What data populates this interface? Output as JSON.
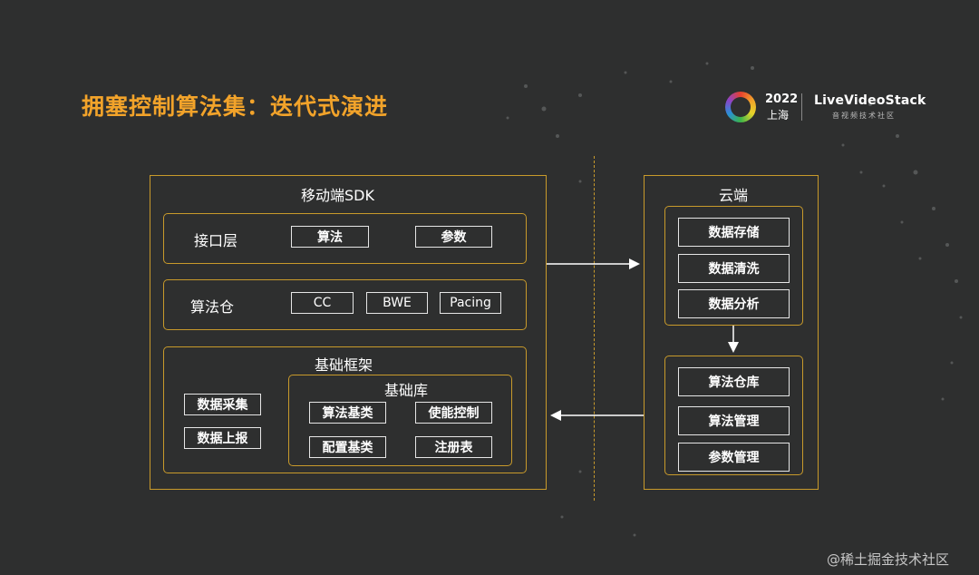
{
  "title": "拥塞控制算法集：迭代式演进",
  "logo": {
    "year": "2022",
    "city": "上海",
    "brand": "LiveVideoStack",
    "subtitle": "音视频技术社区"
  },
  "sdk": {
    "title": "移动端SDK",
    "interface_layer": {
      "label": "接口层",
      "items": [
        "算法",
        "参数"
      ]
    },
    "algo_repo": {
      "label": "算法仓",
      "items": [
        "CC",
        "BWE",
        "Pacing"
      ]
    },
    "framework": {
      "label": "基础框架",
      "left_items": [
        "数据采集",
        "数据上报"
      ],
      "library": {
        "label": "基础库",
        "items": [
          "算法基类",
          "使能控制",
          "配置基类",
          "注册表"
        ]
      }
    }
  },
  "cloud": {
    "title": "云端",
    "data_group": [
      "数据存储",
      "数据清洗",
      "数据分析"
    ],
    "algo_group": [
      "算法仓库",
      "算法管理",
      "参数管理"
    ]
  },
  "watermark": "@稀土掘金技术社区"
}
